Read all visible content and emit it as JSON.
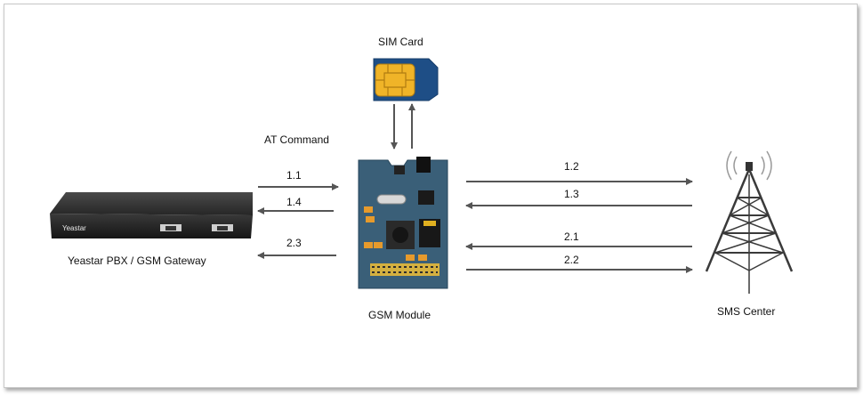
{
  "labels": {
    "sim_card": "SIM Card",
    "at_command": "AT Command",
    "gateway": "Yeastar PBX / GSM Gateway",
    "gsm_module": "GSM Module",
    "sms_center": "SMS Center",
    "brand": "Yeastar"
  },
  "arrows": {
    "a11": "1.1",
    "a14": "1.4",
    "a23": "2.3",
    "a12": "1.2",
    "a13": "1.3",
    "a21": "2.1",
    "a22": "2.2"
  },
  "icons": {
    "sim": "sim-card-icon",
    "gateway": "pbx-gateway-icon",
    "module": "gsm-module-icon",
    "tower": "cell-tower-icon"
  },
  "colors": {
    "arrow": "#555555",
    "sim_blue": "#1e4e86",
    "chip_gold": "#f0b428",
    "module_blue": "#3a5f78",
    "device_dark": "#2a2a2a"
  }
}
